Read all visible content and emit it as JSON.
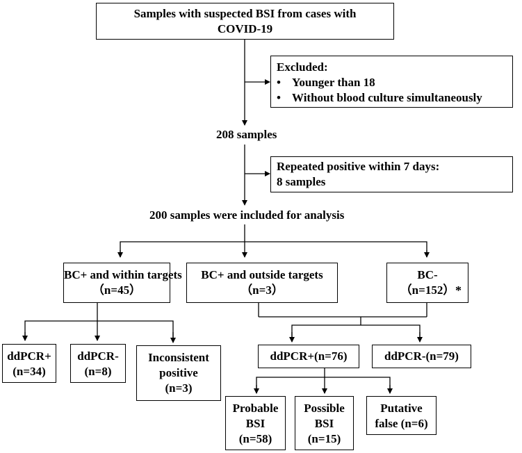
{
  "nodes": {
    "suspected": {
      "lines": [
        "Samples with suspected BSI from cases with",
        "COVID-19"
      ]
    },
    "excluded": {
      "title": "Excluded:",
      "bullets": [
        "Younger than 18",
        "Without blood culture simultaneously"
      ],
      "bullet_glyph": "•"
    },
    "samples_208": "208 samples",
    "repeated": {
      "lines": [
        "Repeated positive within 7 days:",
        "8 samples"
      ]
    },
    "included": "200 samples were included for analysis",
    "bc_within": {
      "lines": [
        "BC+ and within targets",
        "（n=45）"
      ]
    },
    "bc_outside": {
      "lines": [
        "BC+ and outside targets",
        "（n=3）"
      ]
    },
    "bc_neg": {
      "lines": [
        "BC-",
        "（n=152）"
      ],
      "note": "*"
    },
    "ddpcr_pos_within": {
      "lines": [
        "ddPCR+",
        "(n=34)"
      ]
    },
    "ddpcr_neg_within": {
      "lines": [
        "ddPCR-",
        "(n=8)"
      ]
    },
    "inconsistent": {
      "lines": [
        "Inconsistent",
        "positive",
        "(n=3)"
      ]
    },
    "ddpcr_pos_76": {
      "lines": [
        "ddPCR+(n=76)"
      ]
    },
    "ddpcr_neg_79": {
      "lines": [
        "ddPCR-(n=79)"
      ]
    },
    "probable": {
      "lines": [
        "Probable",
        "BSI",
        "(n=58)"
      ]
    },
    "possible": {
      "lines": [
        "Possible",
        "BSI",
        "(n=15)"
      ]
    },
    "putative": {
      "lines": [
        "Putative",
        "false (n=6)"
      ]
    }
  }
}
